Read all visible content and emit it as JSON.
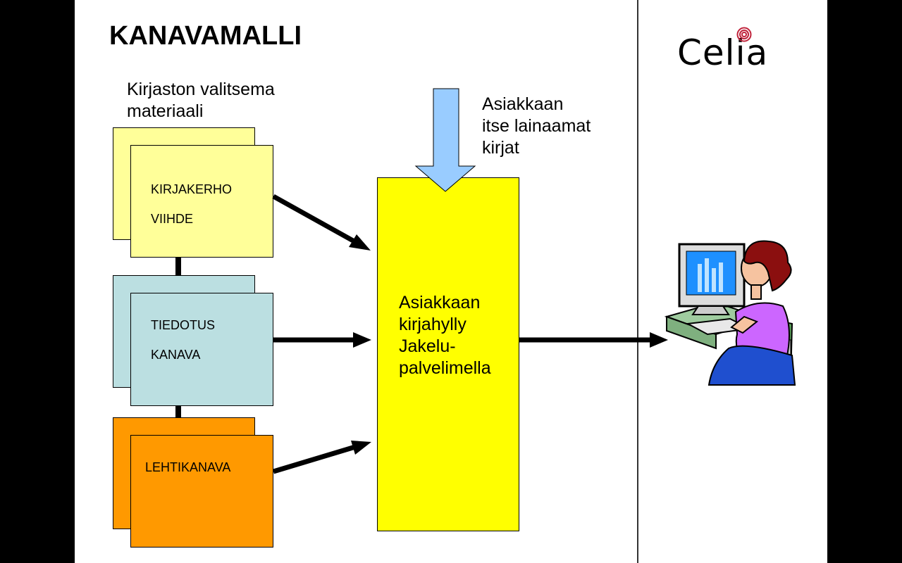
{
  "title": "KANAVAMALLI",
  "logo_text": "Celia",
  "caption_library": [
    "Kirjaston valitsema",
    "materiaali"
  ],
  "caption_customer": [
    "Asiakkaan",
    "itse lainaamat",
    "kirjat"
  ],
  "channels": [
    {
      "lines": [
        "KIRJAKERHO",
        "VIIHDE"
      ],
      "color": "#ffff99"
    },
    {
      "lines": [
        "TIEDOTUS",
        "KANAVA"
      ],
      "color": "#bbdfe1"
    },
    {
      "lines": [
        "LEHTIKANAVA"
      ],
      "color": "#ff9900"
    }
  ],
  "shelf_box": {
    "lines": [
      "Asiakkaan",
      "kirjahylly",
      "Jakelu-",
      "palvelimella"
    ],
    "color": "#ffff00"
  },
  "colors": {
    "arrow_blue": "#99ccff",
    "connector": "#000000"
  },
  "icons": [
    "celia-logo-mark",
    "user-at-computer-icon"
  ]
}
